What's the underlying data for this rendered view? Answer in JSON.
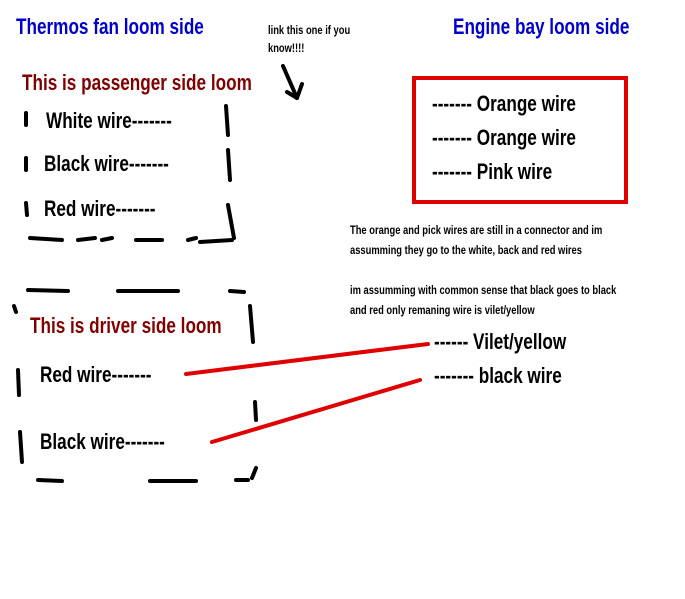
{
  "headers": {
    "left": "Thermos fan loom side",
    "right": "Engine bay loom side"
  },
  "note_link": [
    "link this one if you",
    "know!!!!"
  ],
  "passenger_loom": {
    "title": "This is passenger side loom",
    "wires": [
      "White wire-------",
      "Black wire-------",
      "Red wire-------"
    ]
  },
  "engine_box": {
    "wires": [
      "------- Orange wire",
      "------- Orange wire",
      "------- Pink wire"
    ],
    "border_color": "#e00000"
  },
  "notes": {
    "connector": [
      "The orange and pick wires are still in a connector and im",
      "assumming they go to the white, back and red wires"
    ],
    "assumption": [
      "im assumming with common sense that black goes to black",
      "and red only remaning wire is vilet/yellow"
    ]
  },
  "driver_loom": {
    "title": "This is driver side loom",
    "wires": [
      "Red wire-------",
      "Black wire-------"
    ]
  },
  "engine_driver": {
    "wires": [
      "------ Vilet/yellow",
      "------- black wire"
    ]
  },
  "link_color": "#e00000"
}
